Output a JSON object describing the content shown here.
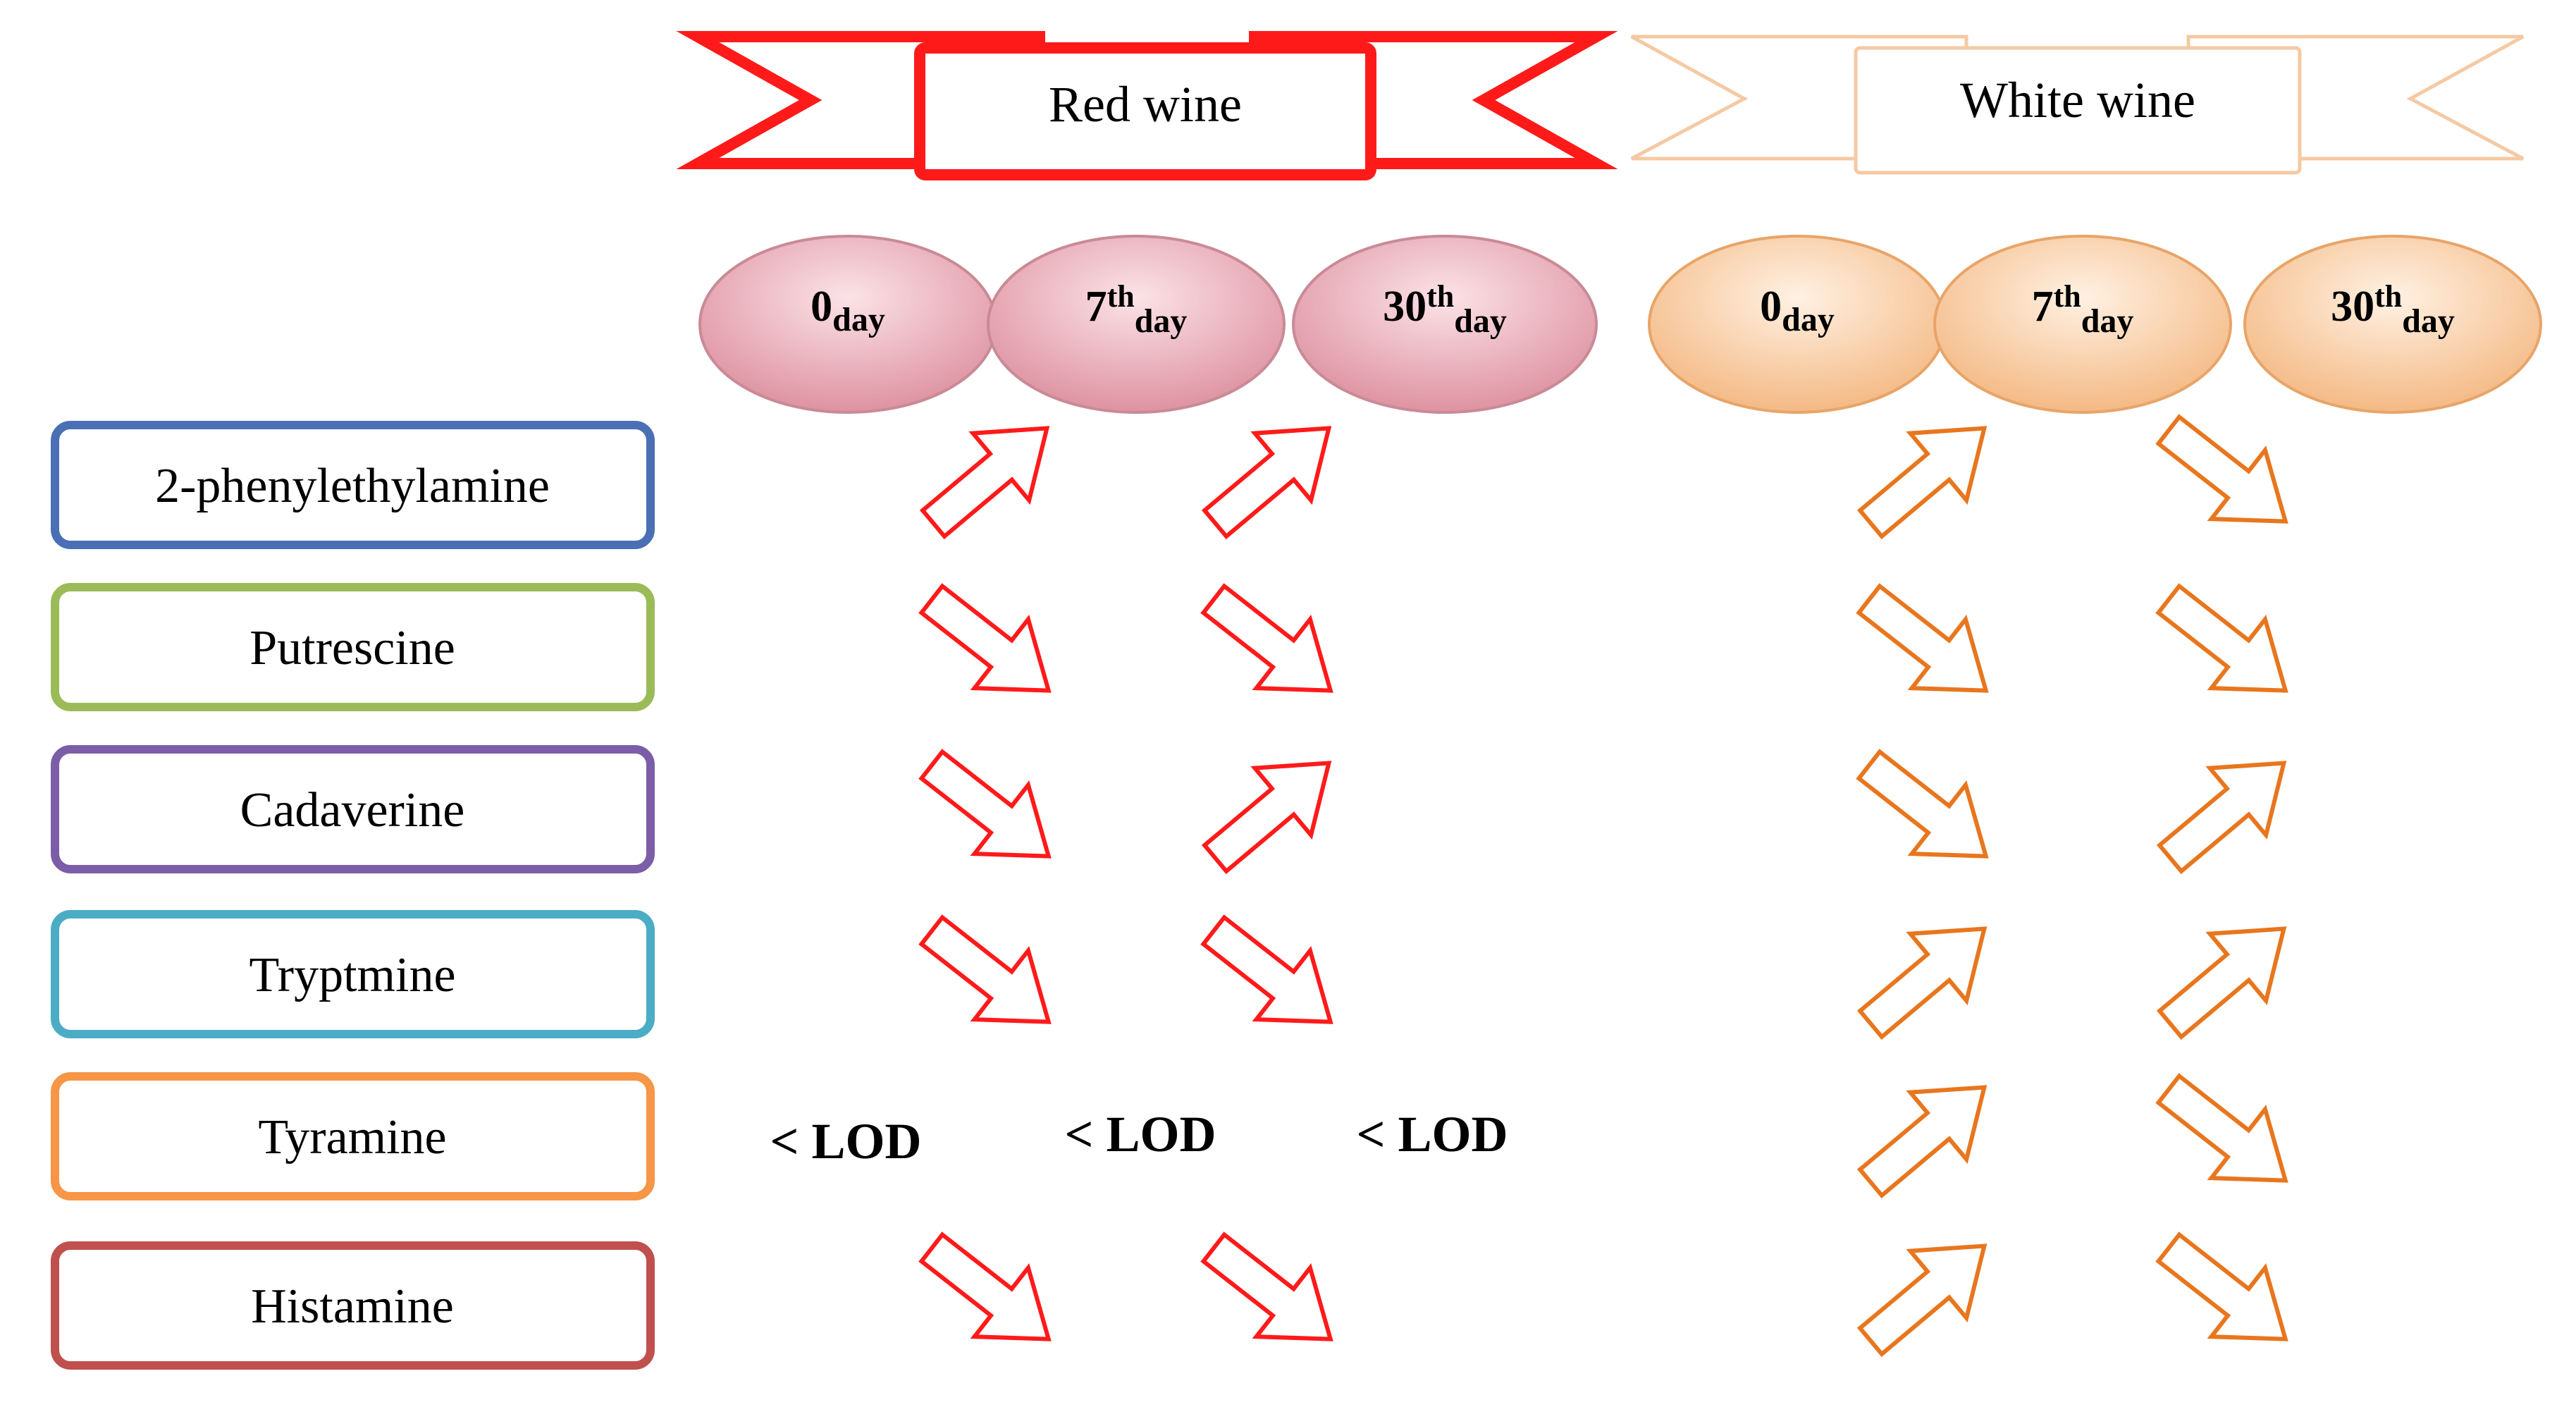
{
  "groups": [
    {
      "title": "Red wine",
      "style": "red",
      "days": [
        {
          "main": "0",
          "sup": "",
          "sub": "day"
        },
        {
          "main": "7",
          "sup": "th",
          "sub": "day"
        },
        {
          "main": "30",
          "sup": "th",
          "sub": "day"
        }
      ]
    },
    {
      "title": "White wine",
      "style": "orange",
      "days": [
        {
          "main": "0",
          "sup": "",
          "sub": "day"
        },
        {
          "main": "7",
          "sup": "th",
          "sub": "day"
        },
        {
          "main": "30",
          "sup": "th",
          "sub": "day"
        }
      ]
    }
  ],
  "amines": [
    {
      "name": "2-phenylethylamine",
      "color": "#4a6fb5"
    },
    {
      "name": "Putrescine",
      "color": "#9bbb59"
    },
    {
      "name": "Cadaverine",
      "color": "#7b5ea7"
    },
    {
      "name": "Tryptmine",
      "color": "#4bacc6"
    },
    {
      "name": "Tyramine",
      "color": "#f79646"
    },
    {
      "name": "Histamine",
      "color": "#c0504d"
    }
  ],
  "trends": {
    "red": [
      [
        "up",
        "up"
      ],
      [
        "down",
        "down"
      ],
      [
        "down",
        "up"
      ],
      [
        "down",
        "down"
      ],
      [
        null,
        null
      ],
      [
        "down",
        "down"
      ]
    ],
    "white": [
      [
        "up",
        "down"
      ],
      [
        "down",
        "down"
      ],
      [
        "down",
        "up"
      ],
      [
        "up",
        "up"
      ],
      [
        "up",
        "down"
      ],
      [
        "up",
        "down"
      ]
    ]
  },
  "lod_text": "< LOD",
  "colors": {
    "red": "#ff1a1a",
    "orange": "#e8761e",
    "banner_white": "#f5c9a3",
    "ellipse_red": "#e5a0ae",
    "ellipse_orange": "#f7c9a0"
  }
}
